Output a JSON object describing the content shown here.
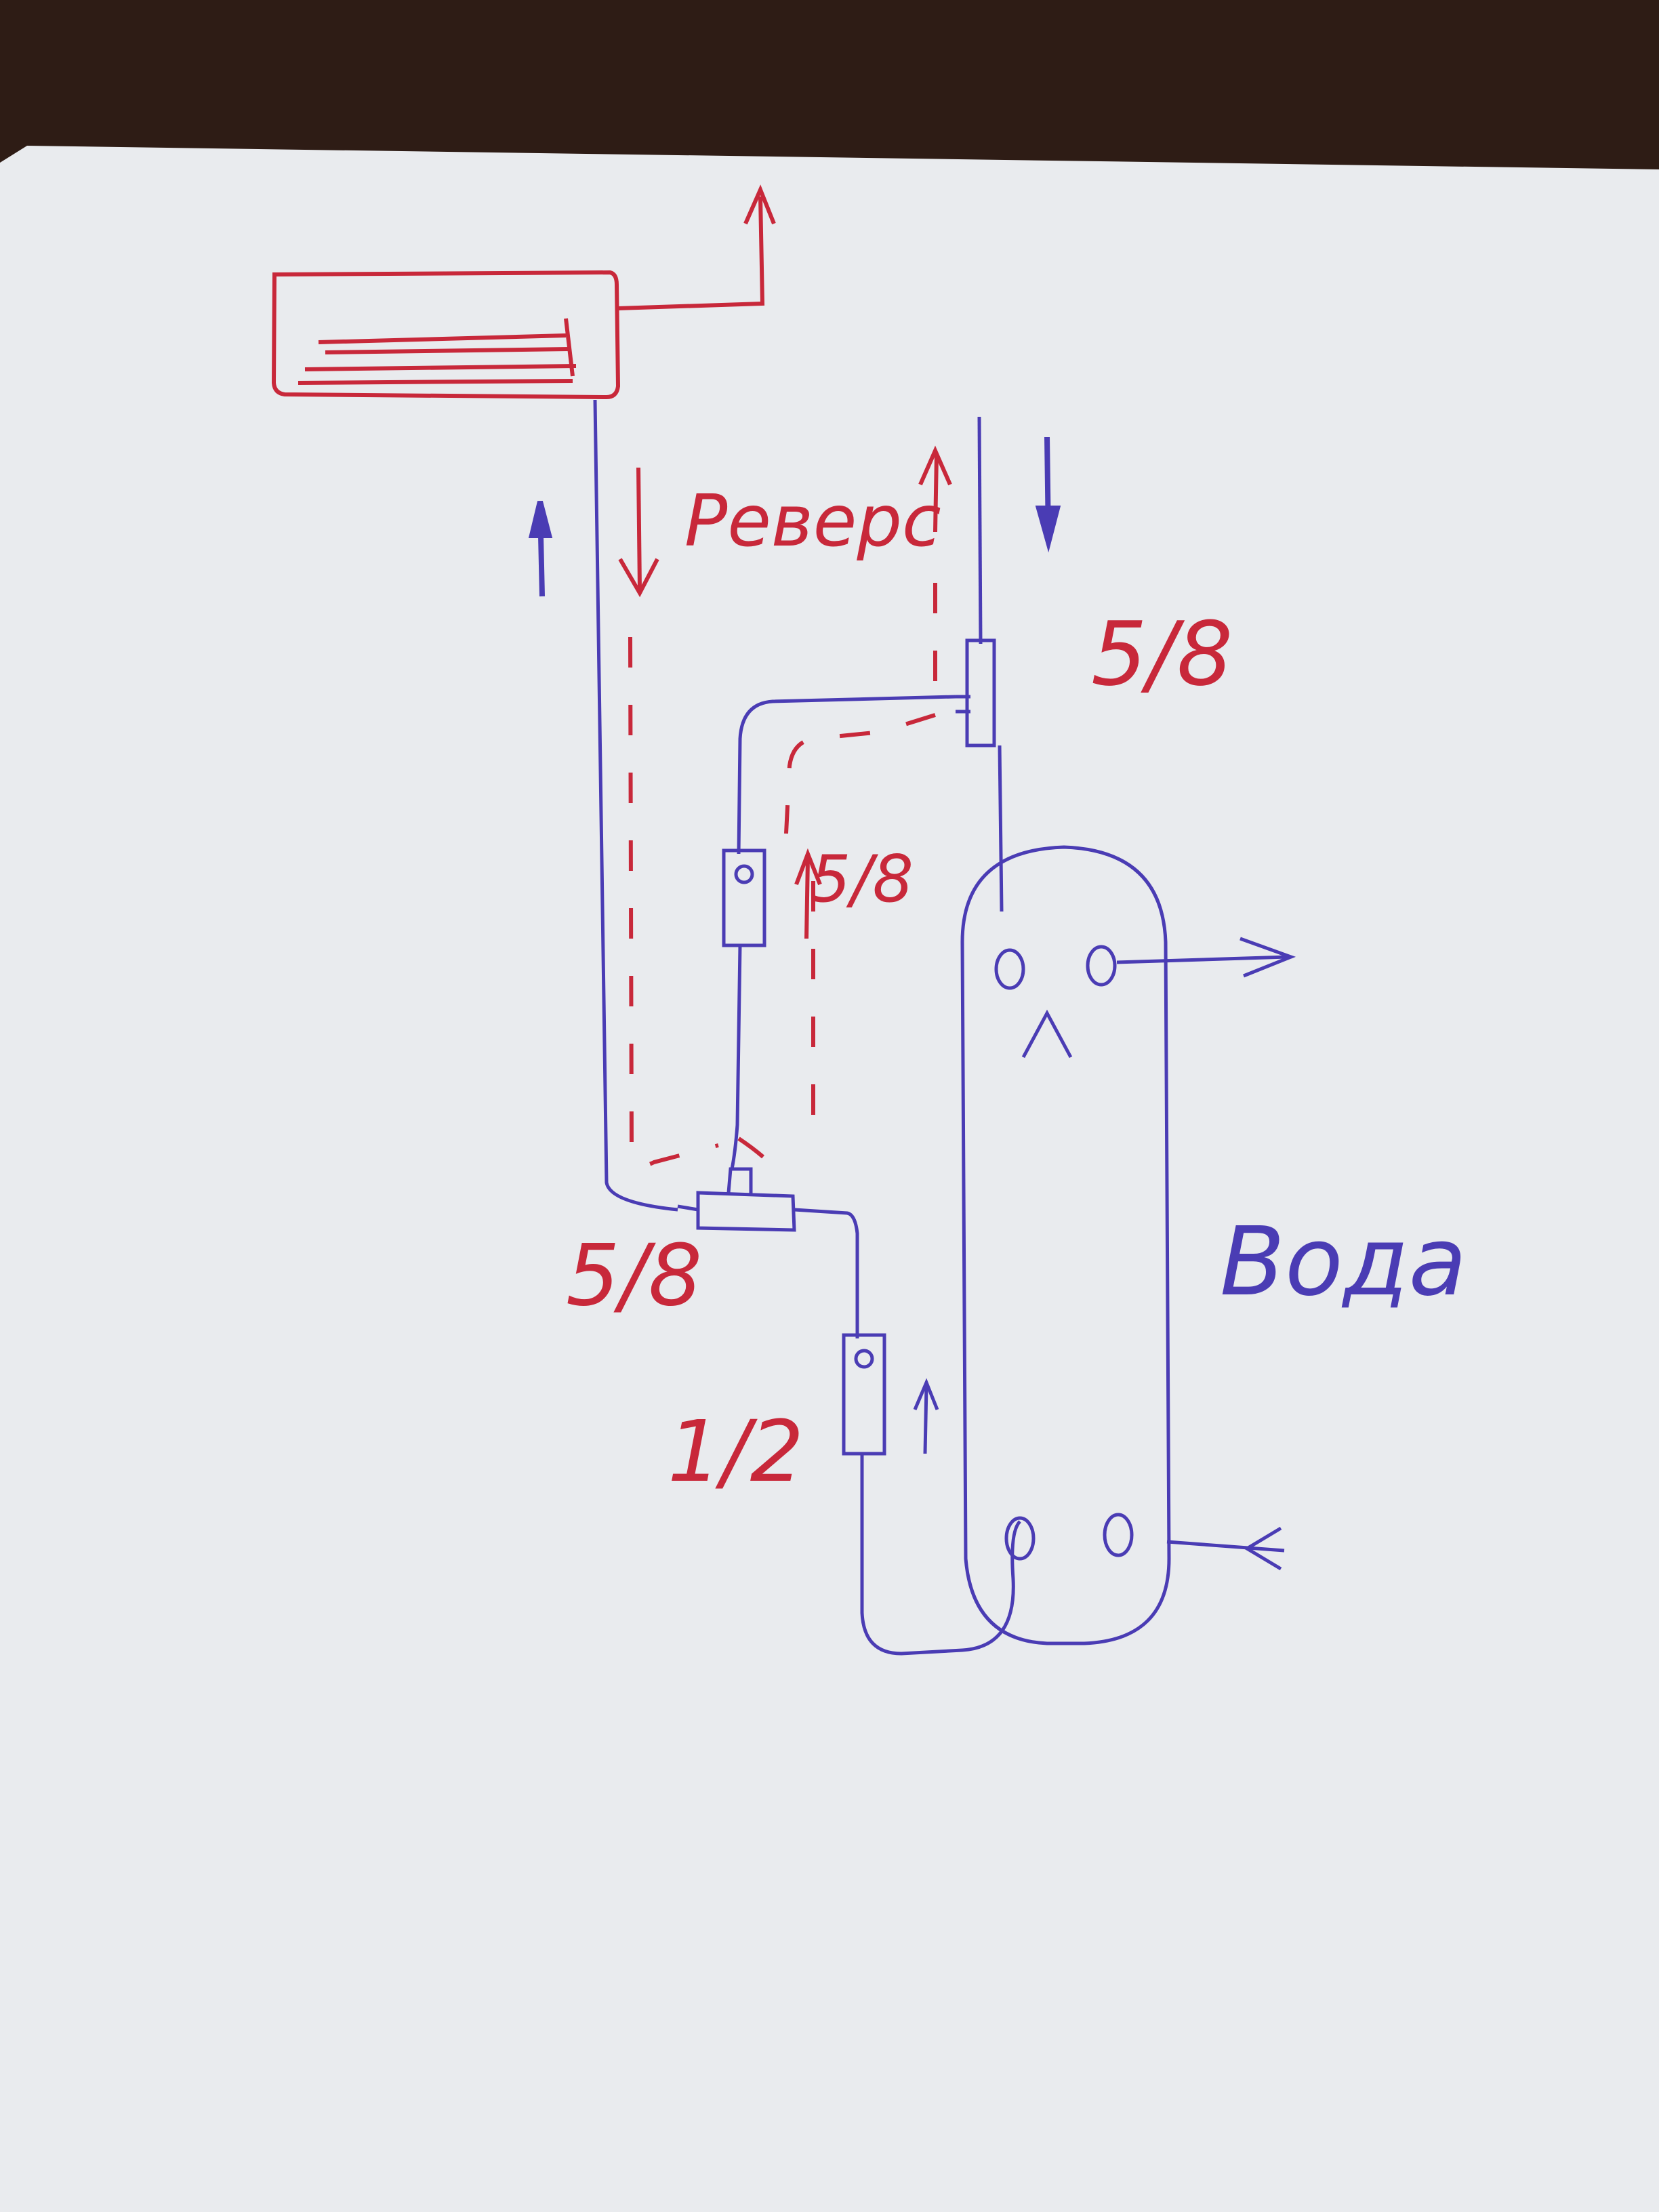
{
  "labels": {
    "reverse": "Реверс",
    "water": "Вода",
    "size_top_tee": "5/8",
    "size_valve_upper": "5/8",
    "size_bottom_tee": "5/8",
    "size_valve_lower": "1/2"
  },
  "colors": {
    "paper": "#eceef0",
    "table": "#2a1a14",
    "red_ink": "#c8283a",
    "blue_ink": "#4a3cb4"
  }
}
